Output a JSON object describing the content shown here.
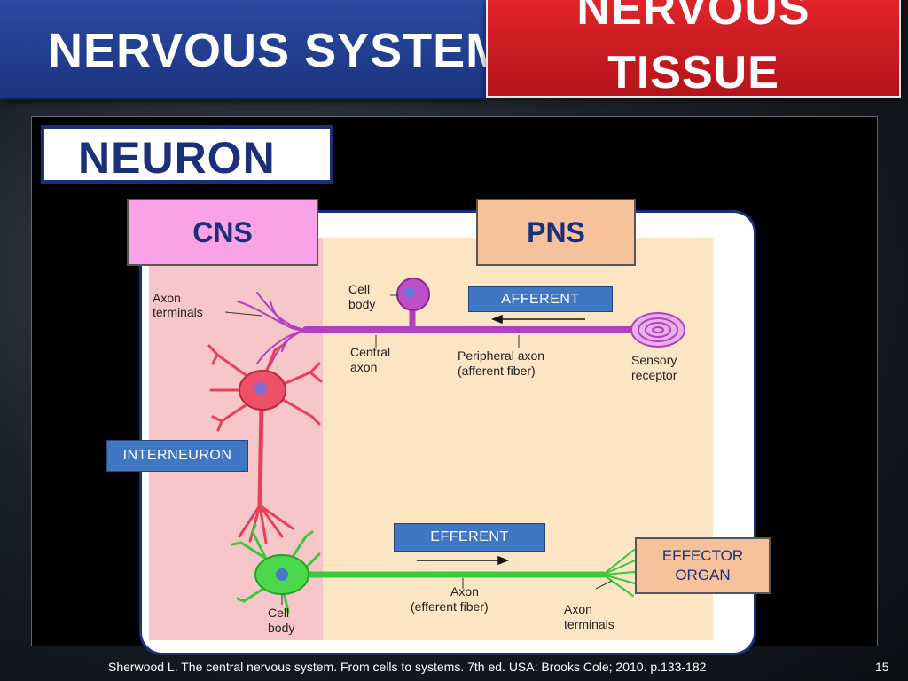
{
  "header": {
    "title_left": "NERVOUS  SYSTEM",
    "title_right_line1": "NERVOUS",
    "title_right_line2": "TISSUE"
  },
  "section_title": "NEURON",
  "diagram": {
    "cns_label": "CNS",
    "pns_label": "PNS",
    "afferent_label": "AFFERENT",
    "efferent_label": "EFFERENT",
    "interneuron_label": "INTERNEURON",
    "effector_line1": "EFFECTOR",
    "effector_line2": "ORGAN",
    "labels": {
      "axon_terminals_top_1": "Axon",
      "axon_terminals_top_2": "terminals",
      "cell_body_top_1": "Cell",
      "cell_body_top_2": "body",
      "central_axon_1": "Central",
      "central_axon_2": "axon",
      "peripheral_axon_1": "Peripheral axon",
      "peripheral_axon_2": "(afferent fiber)",
      "sensory_receptor_1": "Sensory",
      "sensory_receptor_2": "receptor",
      "efferent_axon_1": "Axon",
      "efferent_axon_2": "(efferent fiber)",
      "axon_terminals_bottom_1": "Axon",
      "axon_terminals_bottom_2": "terminals",
      "cell_body_bottom_1": "Cell",
      "cell_body_bottom_2": "body"
    },
    "colors": {
      "cns_region": "#f6c6c8",
      "pns_region": "#fbe5c2",
      "afferent_neuron": "#b040c0",
      "interneuron": "#e8405a",
      "efferent_neuron": "#3cc83c"
    }
  },
  "footer": {
    "citation": "Sherwood L. The central nervous system. From cells to systems. 7th ed. USA: Brooks Cole; 2010.  p.133-182",
    "slide_number": "15"
  }
}
